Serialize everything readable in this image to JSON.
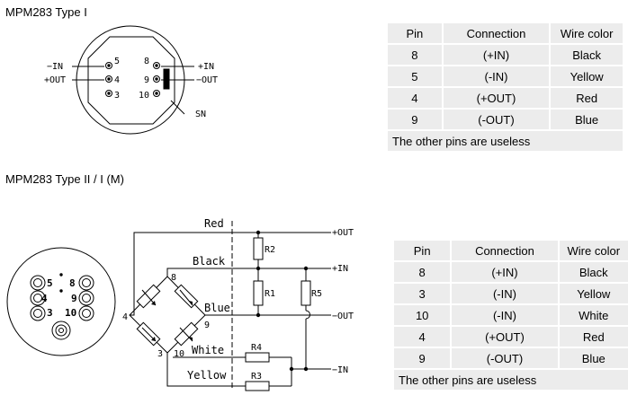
{
  "section1": {
    "title": "MPM283 Type  I",
    "sensor_labels": {
      "neg_in_left": "−IN",
      "pos_out_left": "+OUT",
      "pos_in_right": "+IN",
      "neg_out_right": "−OUT",
      "sn": "SN",
      "pin5": "5",
      "pin4": "4",
      "pin3": "3",
      "pin8": "8",
      "pin9": "9",
      "pin10": "10"
    },
    "table": {
      "headers": [
        "Pin",
        "Connection",
        "Wire color"
      ],
      "rows": [
        [
          "8",
          "(+IN)",
          "Black"
        ],
        [
          "5",
          "(-IN)",
          "Yellow"
        ],
        [
          "4",
          "(+OUT)",
          "Red"
        ],
        [
          "9",
          "(-OUT)",
          "Blue"
        ]
      ],
      "note": "The other pins are useless"
    }
  },
  "section2": {
    "title": "MPM283 Type  II / I (M)",
    "connector_pins": {
      "p5": "5",
      "p8": "8",
      "p4": "4",
      "p9": "9",
      "p3": "3",
      "p10": "10"
    },
    "circuit": {
      "wire_red": "Red",
      "wire_black": "Black",
      "wire_blue": "Blue",
      "wire_white": "White",
      "wire_yellow": "Yellow",
      "r1": "R1",
      "r2": "R2",
      "r3": "R3",
      "r4": "R4",
      "r5": "R5",
      "out_pos": "+OUT",
      "in_pos": "+IN",
      "out_neg": "−OUT",
      "in_neg": "−IN",
      "node8": "8",
      "node4": "4",
      "node9": "9",
      "node3": "3",
      "node10": "10"
    },
    "table": {
      "headers": [
        "Pin",
        "Connection",
        "Wire color"
      ],
      "rows": [
        [
          "8",
          "(+IN)",
          "Black"
        ],
        [
          "3",
          "(-IN)",
          "Yellow"
        ],
        [
          "10",
          "(-IN)",
          "White"
        ],
        [
          "4",
          "(+OUT)",
          "Red"
        ],
        [
          "9",
          "(-OUT)",
          "Blue"
        ]
      ],
      "note": "The other pins are useless"
    }
  }
}
